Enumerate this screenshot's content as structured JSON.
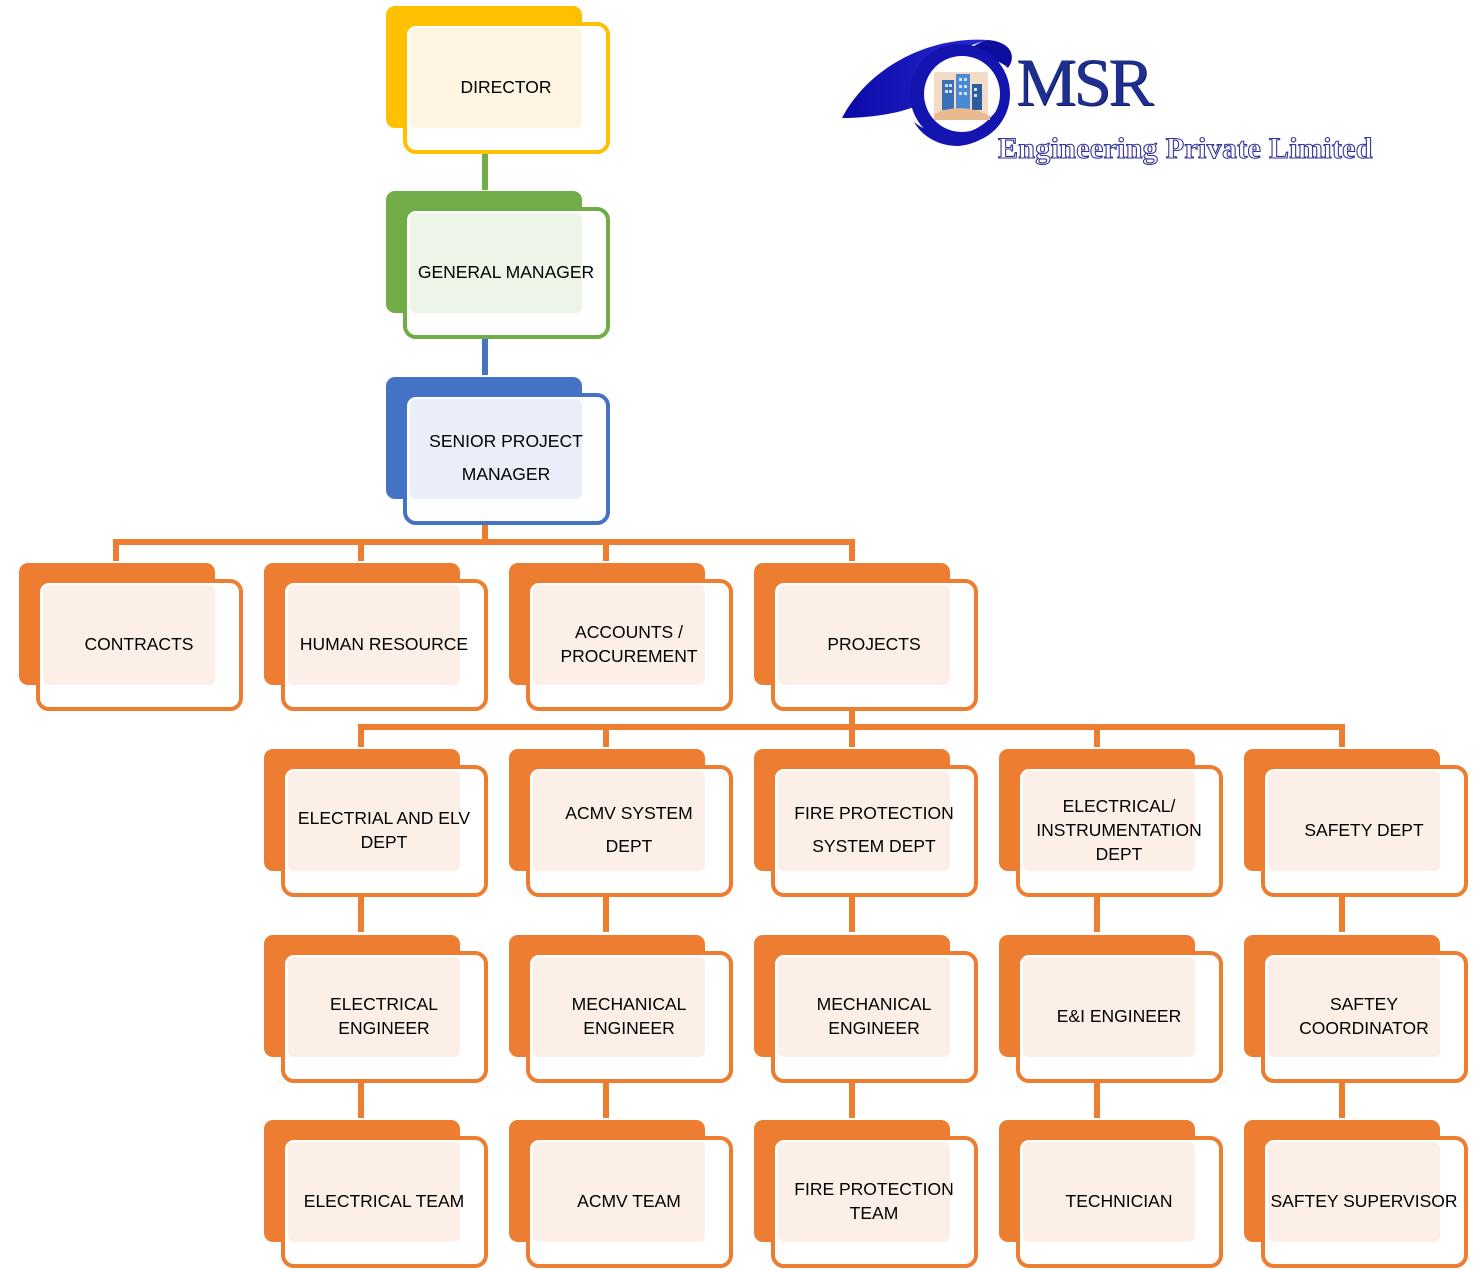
{
  "colors": {
    "gold": "#ffc000",
    "gold_fill": "#fdf5e2",
    "green": "#70ad47",
    "green_fill": "#edf4e8",
    "blue": "#4472c4",
    "blue_fill": "#e9eef8",
    "orange": "#ed7d31",
    "orange_fill": "#fcefe7",
    "logo_navy": "#1f2f8f",
    "logo_blue": "#1a1ab0"
  },
  "logo": {
    "name": "MSR",
    "tagline": "Engineering Private Limited",
    "icon": "building-icon"
  },
  "org_chart": {
    "director": "DIRECTOR",
    "general_manager": "GENERAL MANAGER",
    "senior_project_manager": "SENIOR PROJECT\nMANAGER",
    "departments": {
      "contracts": "CONTRACTS",
      "human_resource": "HUMAN RESOURCE",
      "accounts_procurement": "ACCOUNTS /\nPROCUREMENT",
      "projects": "PROJECTS"
    },
    "project_columns": [
      {
        "dept": "ELECTRIAL AND ELV\nDEPT",
        "engineer": "ELECTRICAL\nENGINEER",
        "team": "ELECTRICAL TEAM"
      },
      {
        "dept": "ACMV SYSTEM\nDEPT",
        "engineer": "MECHANICAL\nENGINEER",
        "team": "ACMV TEAM"
      },
      {
        "dept": "FIRE PROTECTION\nSYSTEM DEPT",
        "engineer": "MECHANICAL\nENGINEER",
        "team": "FIRE PROTECTION\nTEAM"
      },
      {
        "dept": "ELECTRICAL/\nINSTRUMENTATION\nDEPT",
        "engineer": "E&I ENGINEER",
        "team": "TECHNICIAN"
      },
      {
        "dept": "SAFETY DEPT",
        "engineer": "SAFTEY\nCOORDINATOR",
        "team": "SAFTEY SUPERVISOR"
      }
    ]
  }
}
